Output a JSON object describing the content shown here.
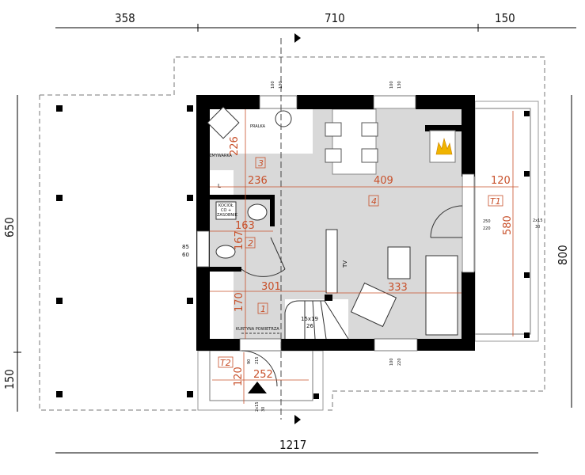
{
  "overall_dimensions": {
    "top": [
      "358",
      "710",
      "150"
    ],
    "bottom": "1217",
    "left": [
      "650",
      "150"
    ],
    "right": "800"
  },
  "rooms": [
    {
      "number": "1"
    },
    {
      "number": "2"
    },
    {
      "number": "3"
    },
    {
      "number": "4"
    },
    {
      "number": "T1"
    },
    {
      "number": "T2"
    }
  ],
  "interior_dimensions": {
    "d226": "226",
    "d236": "236",
    "d409": "409",
    "d120_right": "120",
    "d163": "163",
    "d167": "167",
    "d301": "301",
    "d333": "333",
    "d170": "170",
    "d580": "580",
    "d120_bottom": "120",
    "d252": "252"
  },
  "window_labels": {
    "top_left": [
      "100",
      "130"
    ],
    "top_right": [
      "100",
      "130"
    ],
    "bottom": [
      "100",
      "220"
    ],
    "left": [
      "85",
      "60"
    ],
    "terrace_door": [
      "250",
      "220"
    ],
    "entry_door": [
      "90",
      "215"
    ]
  },
  "steps": {
    "right": [
      "2x15",
      "30"
    ],
    "bottom": [
      "2x15",
      "30"
    ],
    "stairs": [
      "15x19",
      "26"
    ]
  },
  "labels": {
    "washer": "PRALKA",
    "dishwasher": "ZMYWARKA",
    "wardrobe": "L",
    "boiler": [
      "KOCIOŁ",
      "CO +",
      "ZASOBNIK"
    ],
    "air_curtain": "KURTYNA POWIETRZA",
    "tv": "TV"
  },
  "colors": {
    "wall": "#000000",
    "floor": "#d9d9d9",
    "dimension": "#c8502a",
    "fire": "#f0b400"
  }
}
